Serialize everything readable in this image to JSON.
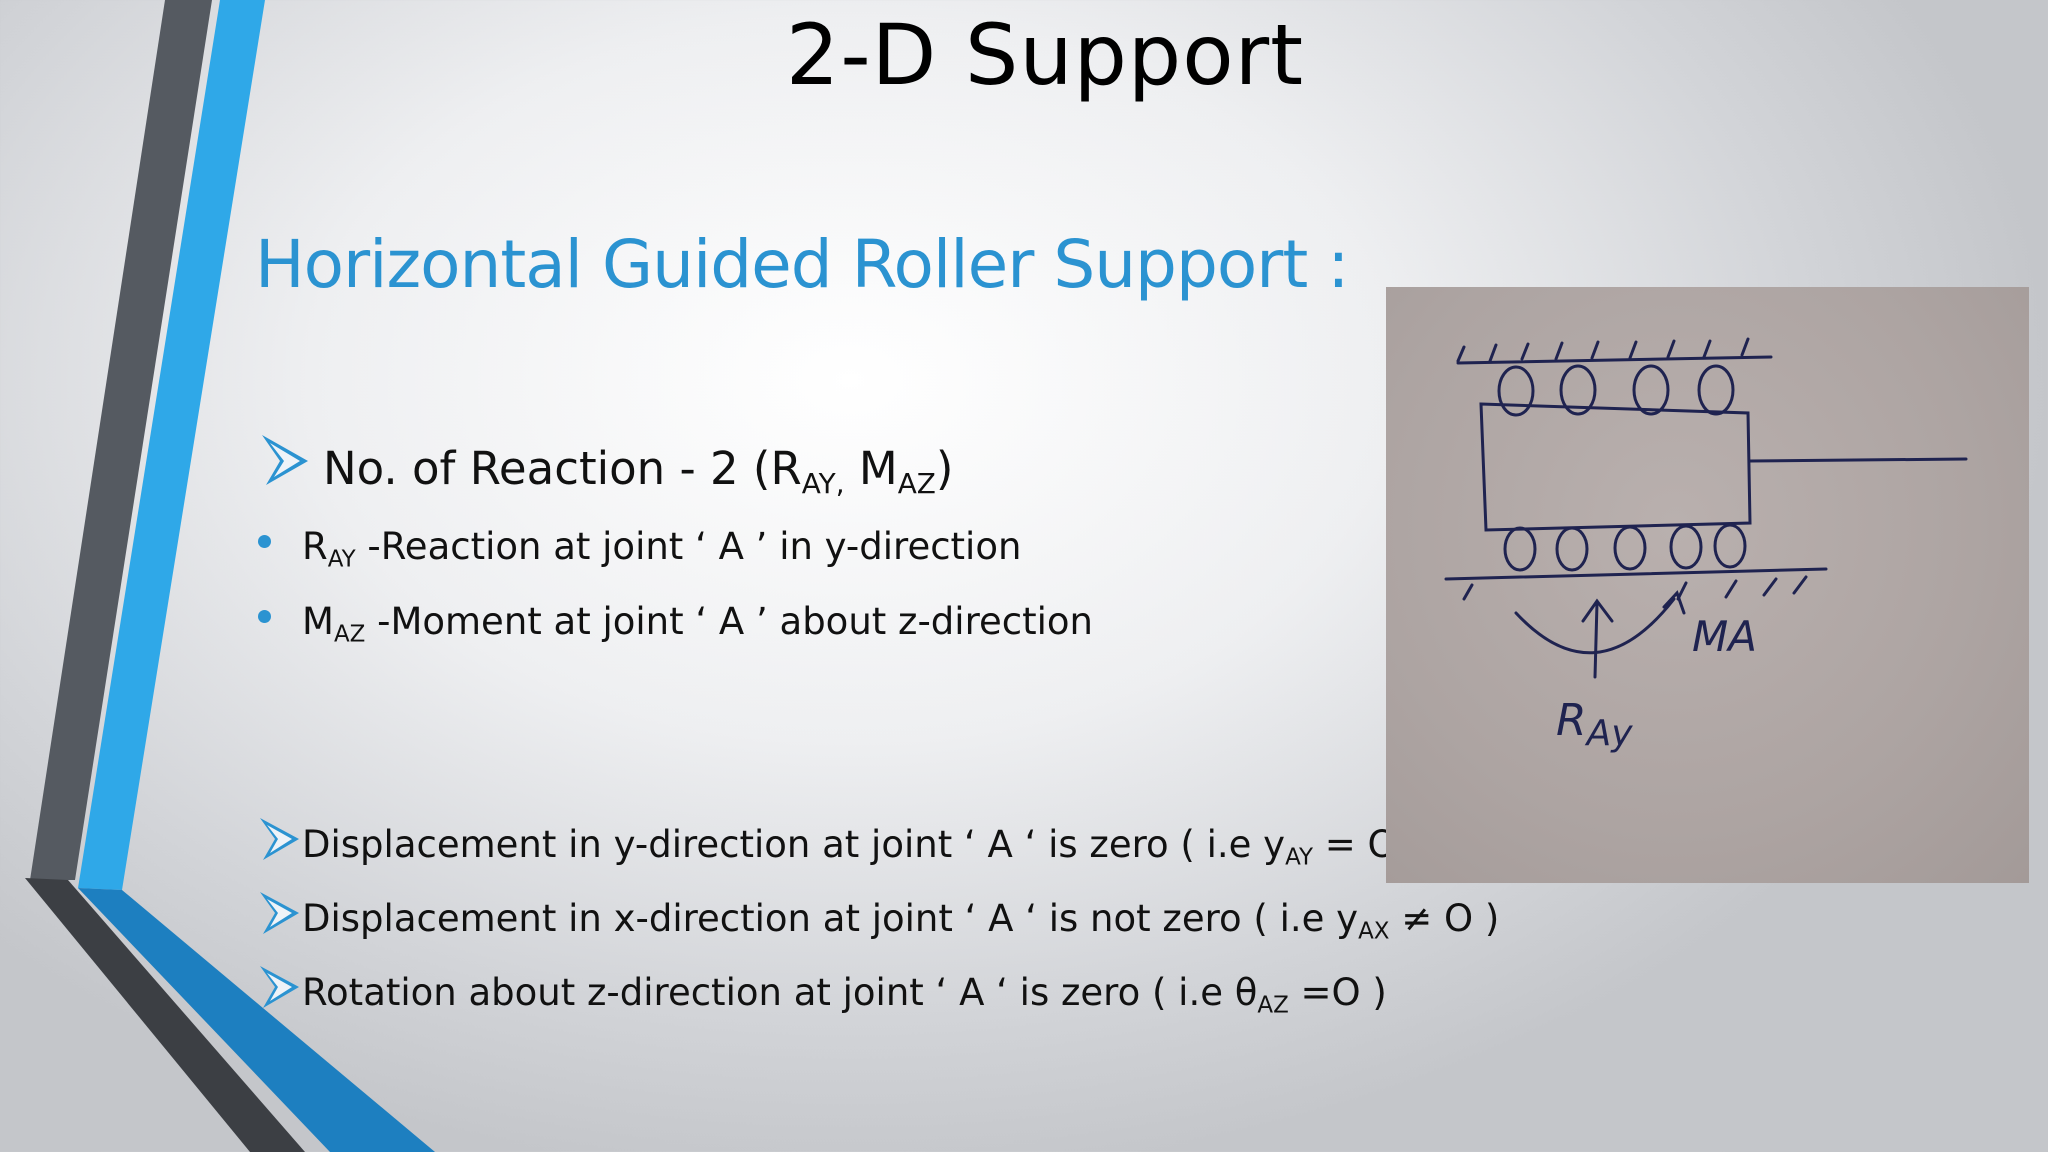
{
  "slide": {
    "title": "2-D Support",
    "subtitle": "Horizontal Guided Roller Support :",
    "reaction_line": {
      "text": "No. of Reaction - 2 (R",
      "sub1": "AY",
      "sep": ",",
      "mid": " M",
      "sub2": "AZ",
      "end": ")"
    },
    "bullets": [
      {
        "sym": "R",
        "sub": "AY",
        "text": " -Reaction at joint ‘ A ’ in y-direction"
      },
      {
        "sym": "M",
        "sub": "AZ",
        "text": " -Moment at joint ‘ A ’ about z-direction"
      }
    ],
    "conditions": [
      {
        "pre": "Displacement in y-direction at joint ‘ A ‘ is  zero ( i.e y",
        "sub": "AY",
        "post": " = O )"
      },
      {
        "pre": "Displacement in x-direction at joint ‘ A ‘ is not  zero ( i.e y",
        "sub": "AX",
        "post": " ≠ O )"
      },
      {
        "pre": "Rotation about z-direction at joint ‘ A ‘ is zero ( i.e θ",
        "sub": "AZ",
        "post": " =O )"
      }
    ],
    "sketch": {
      "label_moment": "MA",
      "label_reaction_main": "R",
      "label_reaction_sub": "Ay"
    }
  },
  "colors": {
    "accent": "#2b93d1",
    "stripe_gray": "#555a61",
    "stripe_blue": "#2fa8e8"
  },
  "icons": [
    "arrow-bullet-icon",
    "dot-bullet-icon"
  ]
}
